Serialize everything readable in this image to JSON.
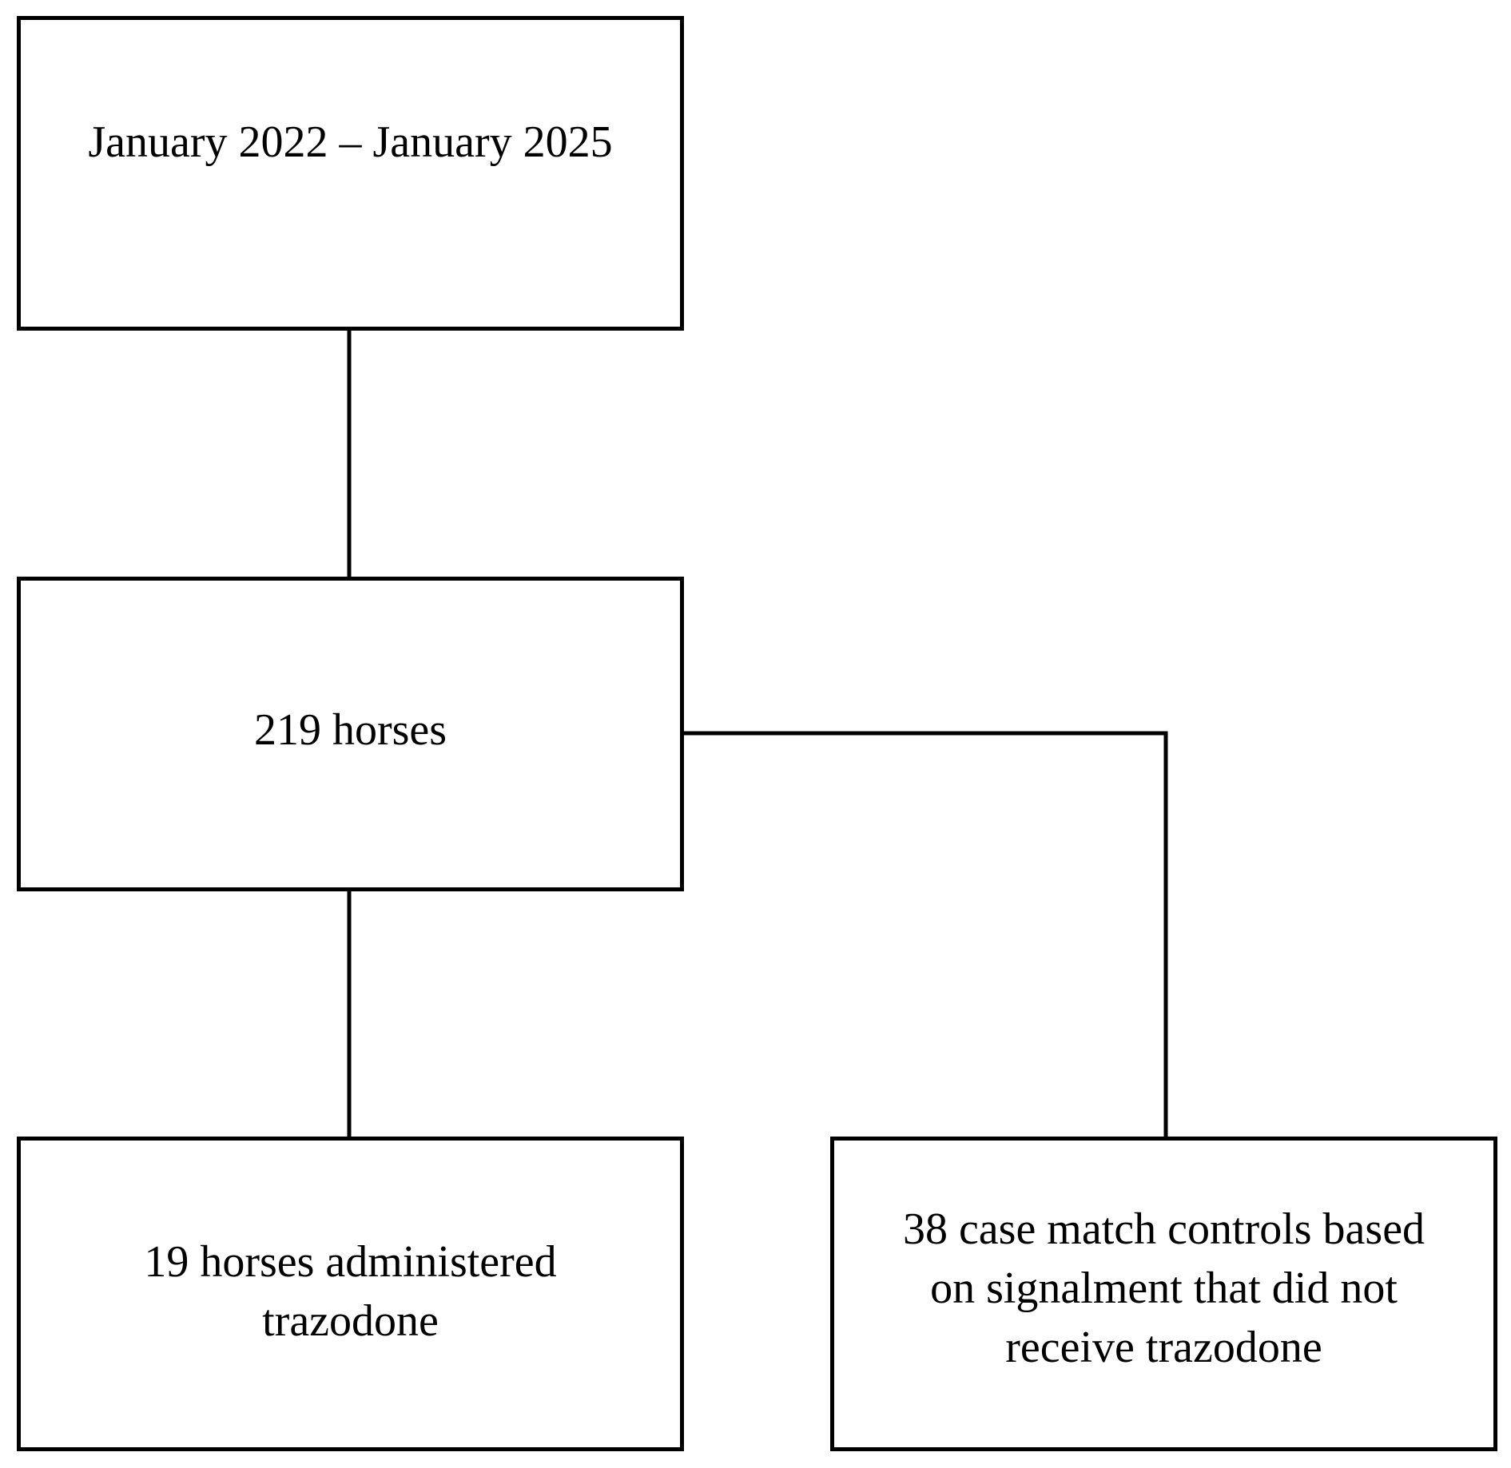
{
  "flowchart": {
    "period_box": {
      "label": "January 2022 – January 2025"
    },
    "total_box": {
      "label": "219 horses"
    },
    "trazodone_box": {
      "label": "19 horses administered\ntrazodone"
    },
    "control_box": {
      "label": "38 case match controls based\non signalment that did not\nreceive trazodone"
    }
  },
  "colors": {
    "border": "#000000",
    "background": "#ffffff",
    "text": "#000000"
  }
}
